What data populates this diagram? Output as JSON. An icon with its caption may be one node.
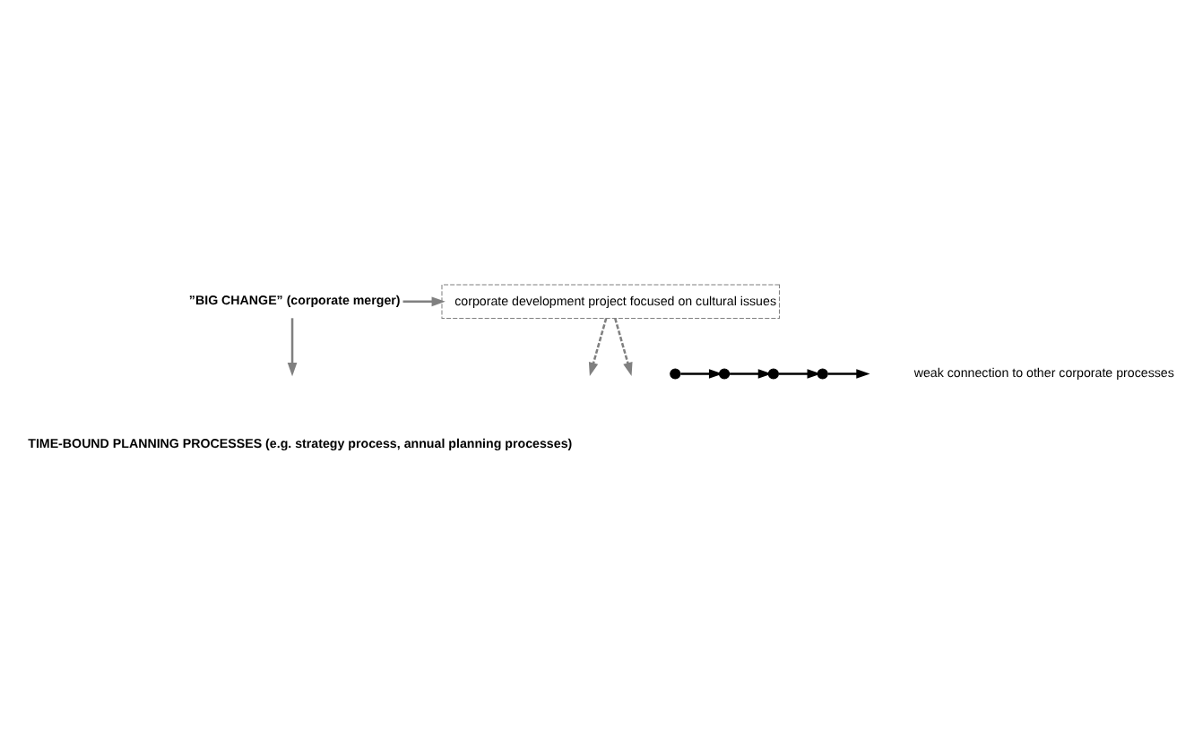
{
  "diagram": {
    "nodes": [
      {
        "text": [
          "”BIG CHANGE” (corporate merger)"
        ]
      },
      {
        "text": [
          "corporate development project focused on cultural issues"
        ]
      },
      {
        "text": [],
        "shape": "circle"
      },
      {
        "text": [],
        "shape": "circle"
      },
      {
        "text": [],
        "shape": "circle"
      },
      {
        "text": [],
        "shape": "circle"
      }
    ],
    "edges": [
      {
        "from": 0,
        "to": 1,
        "arrow": "to",
        "color": "#808080"
      },
      {
        "from": 0,
        "to": null,
        "arrow": "to",
        "color": "#808080"
      },
      {
        "from": 1,
        "to": null,
        "arrow": "to",
        "style": "dashed",
        "color": "#808080"
      },
      {
        "from": 1,
        "to": null,
        "arrow": "to",
        "style": "dashed",
        "color": "#808080"
      },
      {
        "from": 2,
        "to": 3,
        "arrow": "to",
        "color": "#000000"
      },
      {
        "from": 3,
        "to": 4,
        "arrow": "to",
        "color": "#000000"
      },
      {
        "from": 4,
        "to": 5,
        "arrow": "to",
        "color": "#000000"
      },
      {
        "from": 5,
        "to": null,
        "arrow": "to",
        "color": "#000000"
      }
    ],
    "labels": [
      "weak connection to other corporate processes",
      "TIME-BOUND PLANNING PROCESSES (e.g. strategy process, annual planning processes)"
    ]
  }
}
